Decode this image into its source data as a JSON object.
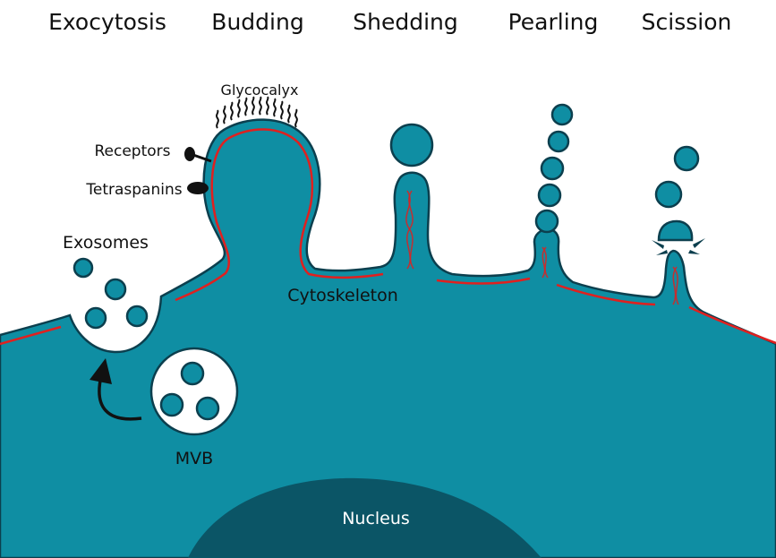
{
  "headers": {
    "exocytosis": "Exocytosis",
    "budding": "Budding",
    "shedding": "Shedding",
    "pearling": "Pearling",
    "scission": "Scission"
  },
  "labels": {
    "glycocalyx": "Glycocalyx",
    "receptors": "Receptors",
    "tetraspanins": "Tetraspanins",
    "exosomes": "Exosomes",
    "cytoskeleton": "Cytoskeleton",
    "mvb": "MVB",
    "nucleus": "Nucleus"
  },
  "colors": {
    "cytoplasm": "#0f8ea3",
    "membrane_outline": "#0c3f4e",
    "membrane_inner_line": "#e0201f",
    "nucleus": "#0b5566",
    "arrow": "#111111"
  }
}
